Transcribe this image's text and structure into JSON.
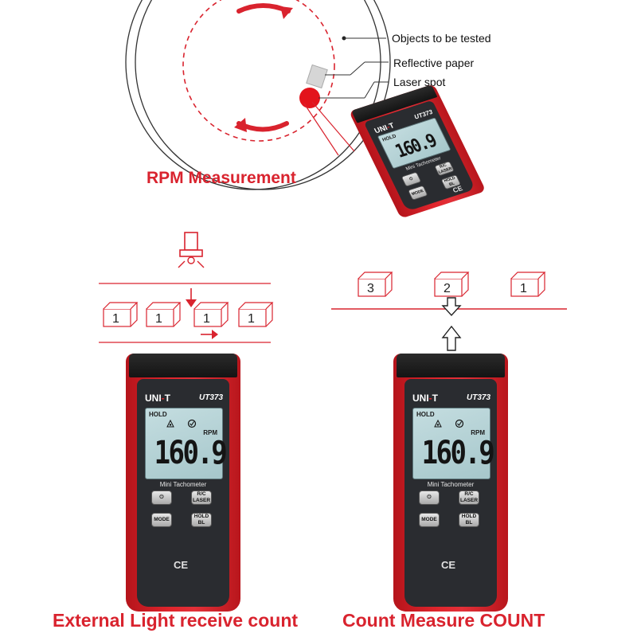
{
  "callouts": {
    "objects": "Objects to be tested",
    "reflective": "Reflective paper",
    "laser": "Laser spot"
  },
  "captions": {
    "rpm": "RPM Measurement",
    "external": "External Light receive count",
    "count": "Count Measure COUNT"
  },
  "device": {
    "brand_left": "UNI",
    "brand_dash": "-",
    "brand_right": "T",
    "model": "UT373",
    "hold": "HOLD",
    "unit": "RPM",
    "reading": "160.9",
    "subtitle": "Mini Tachometer",
    "btn_power": "⏻",
    "btn_rc_laser": [
      "R/C",
      "LASER"
    ],
    "btn_mode": "MODE",
    "btn_hold_bl": [
      "HOLD",
      "BL"
    ],
    "ce": "CE"
  },
  "boxes_left": [
    "1",
    "1",
    "1",
    "1"
  ],
  "boxes_right": [
    "3",
    "2",
    "1"
  ],
  "colors": {
    "accent": "#d9232e",
    "device_red": "#e0262d",
    "device_dark": "#2a2c30",
    "lcd": "#b5d3d6"
  }
}
